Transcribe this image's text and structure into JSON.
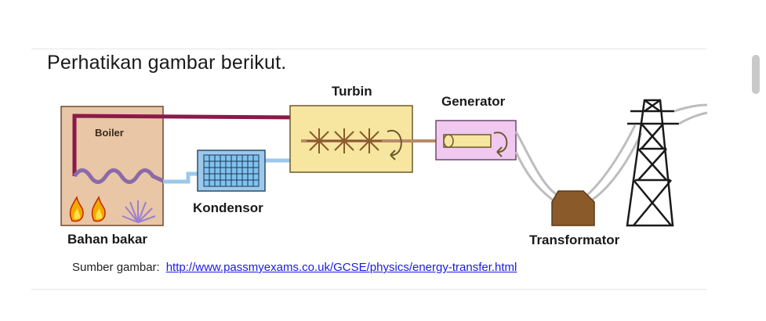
{
  "question": {
    "heading": "Perhatikan gambar berikut."
  },
  "diagram": {
    "labels": {
      "boiler": "Boiler",
      "fuel": "Bahan bakar",
      "condenser": "Kondensor",
      "turbine": "Turbin",
      "generator": "Generator",
      "transformer": "Transformator"
    },
    "colors": {
      "boiler_fill": "#e8c6a6",
      "steam_pipe": "#8a1a4a",
      "water_pipe": "#9cc9ea",
      "condenser_fill": "#7fc2ee",
      "turbine_fill": "#f6e6a0",
      "generator_fill": "#f0c8f0",
      "transformer_fill": "#8b5a2b"
    }
  },
  "source": {
    "label": "Sumber gambar:",
    "url": "http://www.passmyexams.co.uk/GCSE/physics/energy-transfer.html"
  }
}
